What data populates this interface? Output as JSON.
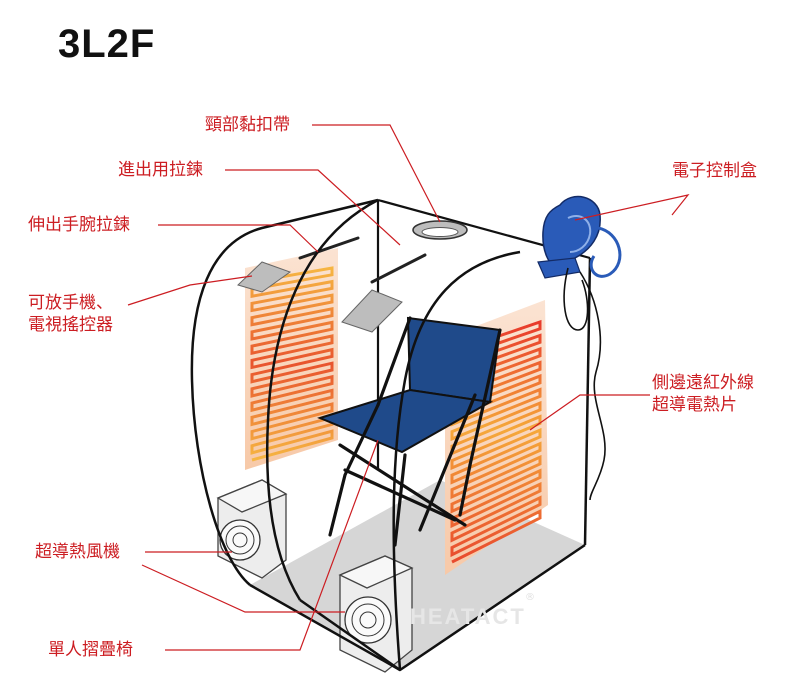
{
  "model": "3L2F",
  "labels": {
    "neck_velcro": "頸部黏扣帶",
    "entry_zipper": "進出用拉鍊",
    "wrist_zipper": "伸出手腕拉鍊",
    "phone_holder_1": "可放手機、",
    "phone_holder_2": "電視搖控器",
    "control_box": "電子控制盒",
    "heater_1": "側邊遠紅外線",
    "heater_2": "超導電熱片",
    "fan": "超導熱風機",
    "chair": "單人摺疊椅"
  },
  "watermark": "HEATACT",
  "watermark_mark": "®",
  "colors": {
    "label": "#cc1d22",
    "leader": "#cc1d22",
    "frame": "#111111",
    "heater_red": "#e23a2f",
    "heater_orange": "#f5a23a",
    "chair_blue": "#1f4a8a",
    "control_blue": "#2a5bb8"
  }
}
